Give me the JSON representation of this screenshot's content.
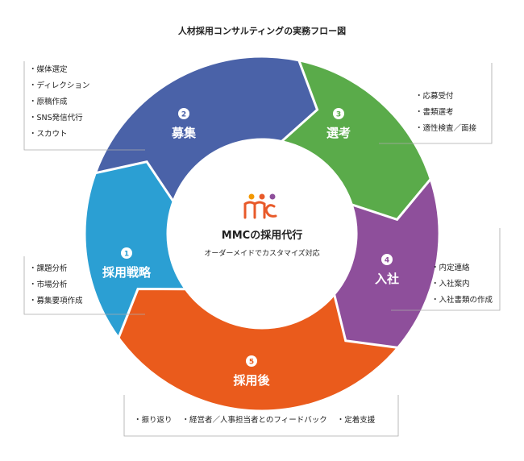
{
  "title": "人材採用コンサルティングの実務フロー図",
  "center": {
    "title": "MMCの採用代行",
    "subtitle": "オーダーメイドでカスタマイズ対応"
  },
  "steps": [
    {
      "number": "1",
      "label": "採用戦略",
      "color": "#2b9fd3",
      "items": [
        "・課題分析",
        "・市場分析",
        "・募集要項作成"
      ]
    },
    {
      "number": "2",
      "label": "募集",
      "color": "#4a62a8",
      "items": [
        "・媒体選定",
        "・ディレクション",
        "・原稿作成",
        "・SNS発信代行",
        "・スカウト"
      ]
    },
    {
      "number": "3",
      "label": "選考",
      "color": "#5aab4a",
      "items": [
        "・応募受付",
        "・書類選考",
        "・適性検査／面接"
      ]
    },
    {
      "number": "4",
      "label": "入社",
      "color": "#8e4f9b",
      "items": [
        "・内定連絡",
        "・入社案内",
        "・入社書類の作成"
      ]
    },
    {
      "number": "5",
      "label": "採用後",
      "color": "#ea5b1c",
      "items": [
        "・振り返り",
        "・経営者／人事担当者とのフィードバック",
        "・定着支援"
      ]
    }
  ],
  "logo_colors": [
    "#f39800",
    "#e85a2a",
    "#8e4f9b"
  ]
}
